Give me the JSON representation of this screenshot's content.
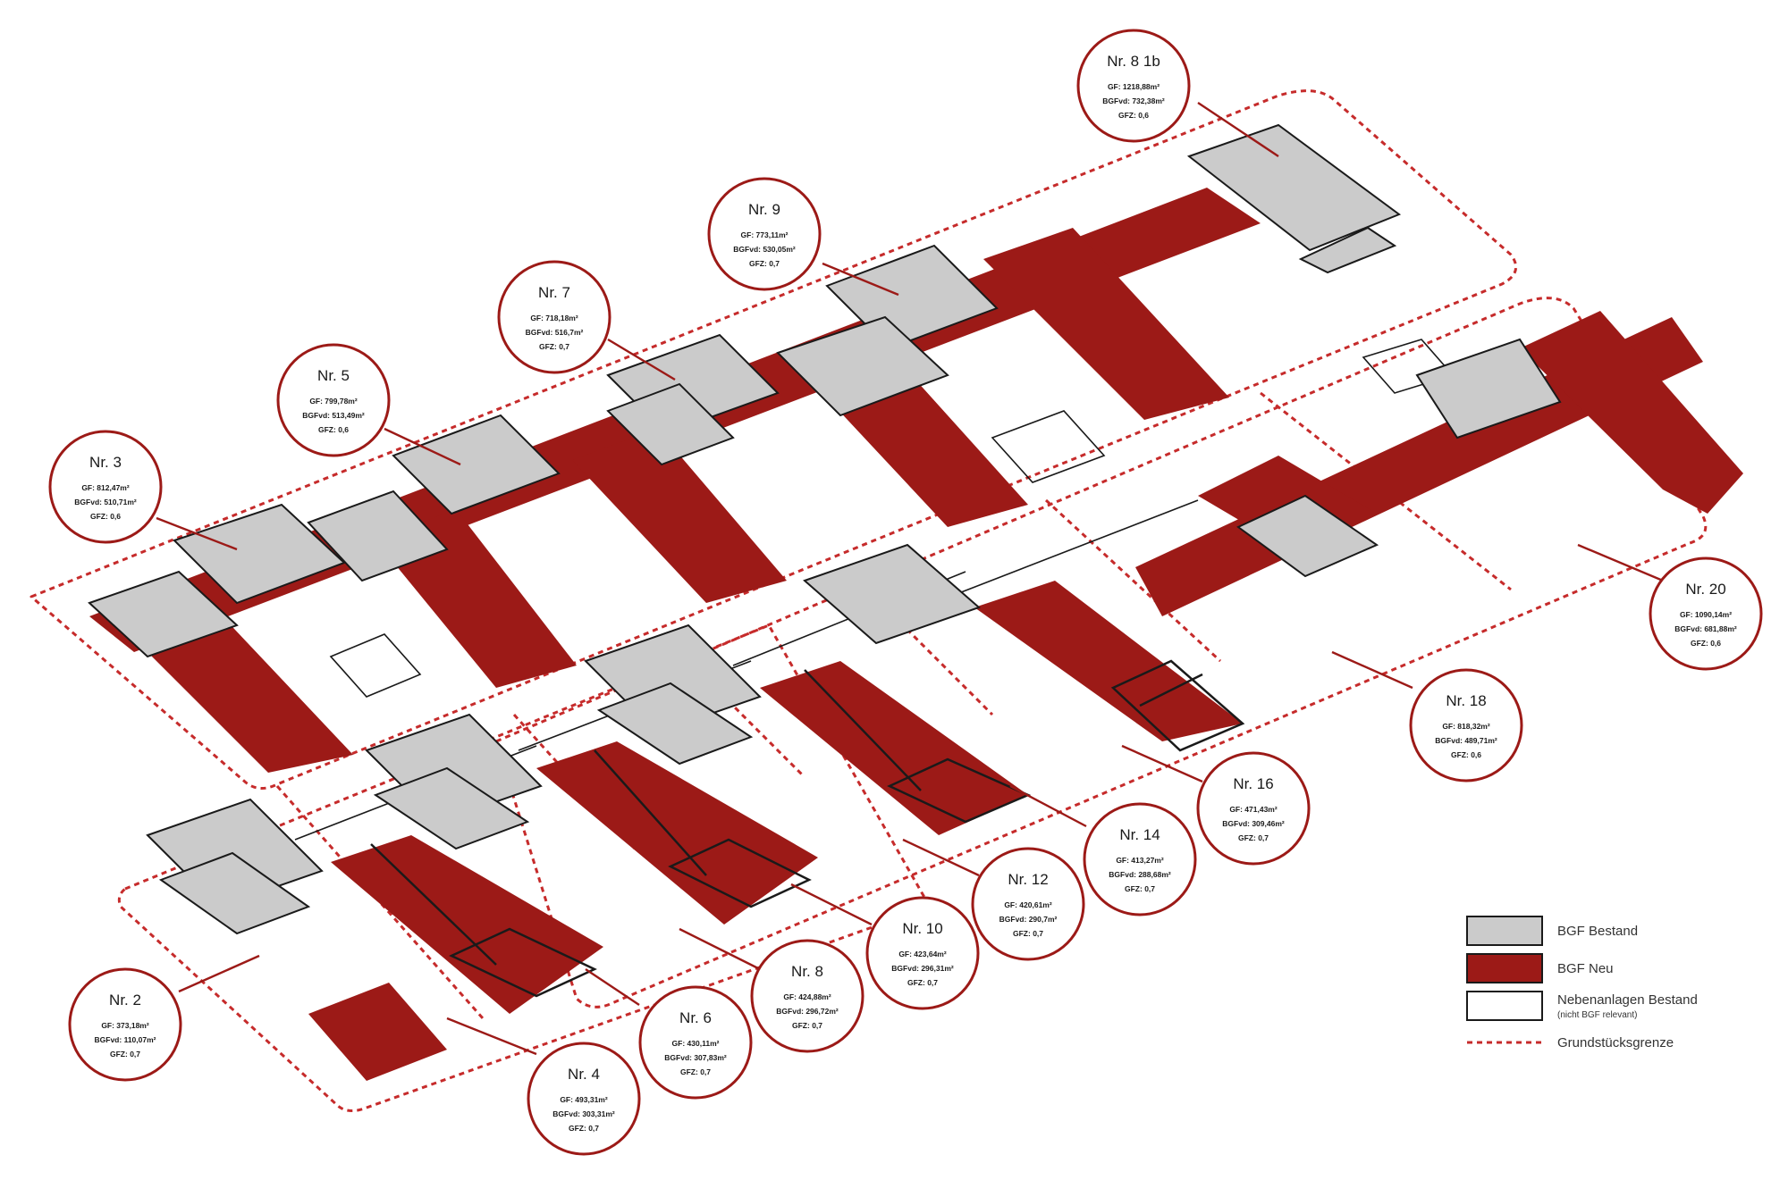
{
  "colors": {
    "bestand": "#cbcbcb",
    "neu": "#9c1a17",
    "grenze": "#c62b2b",
    "outline": "#1a1a1a",
    "bubble_border": "#9c1a17"
  },
  "plots": [
    {
      "id": "nr-8-10",
      "title": "Nr. 8 1b",
      "lines": [
        "GF: 1218,88m²",
        "BGFvd: 732,38m²",
        "GFZ: 0,6"
      ]
    },
    {
      "id": "nr-9",
      "title": "Nr. 9",
      "lines": [
        "GF: 773,11m²",
        "BGFvd: 530,05m²",
        "GFZ: 0,7"
      ]
    },
    {
      "id": "nr-7",
      "title": "Nr. 7",
      "lines": [
        "GF: 718,18m²",
        "BGFvd: 516,7m²",
        "GFZ: 0,7"
      ]
    },
    {
      "id": "nr-5",
      "title": "Nr. 5",
      "lines": [
        "GF: 799,78m²",
        "BGFvd: 513,49m²",
        "GFZ: 0,6"
      ]
    },
    {
      "id": "nr-3",
      "title": "Nr. 3",
      "lines": [
        "GF: 812,47m²",
        "BGFvd: 510,71m²",
        "GFZ: 0,6"
      ]
    },
    {
      "id": "nr-20",
      "title": "Nr. 20",
      "lines": [
        "GF: 1090,14m²",
        "BGFvd: 681,88m²",
        "GFZ: 0,6"
      ]
    },
    {
      "id": "nr-18",
      "title": "Nr. 18",
      "lines": [
        "GF: 818,32m²",
        "BGFvd: 489,71m²",
        "GFZ: 0,6"
      ]
    },
    {
      "id": "nr-16",
      "title": "Nr. 16",
      "lines": [
        "GF: 471,43m²",
        "BGFvd: 309,46m²",
        "GFZ: 0,7"
      ]
    },
    {
      "id": "nr-14",
      "title": "Nr. 14",
      "lines": [
        "GF: 413,27m²",
        "BGFvd: 288,68m²",
        "GFZ: 0,7"
      ]
    },
    {
      "id": "nr-12",
      "title": "Nr. 12",
      "lines": [
        "GF: 420,61m²",
        "BGFvd: 290,7m²",
        "GFZ: 0,7"
      ]
    },
    {
      "id": "nr-10",
      "title": "Nr. 10",
      "lines": [
        "GF: 423,64m²",
        "BGFvd: 296,31m²",
        "GFZ: 0,7"
      ]
    },
    {
      "id": "nr-8",
      "title": "Nr. 8",
      "lines": [
        "GF: 424,88m²",
        "BGFvd: 296,72m²",
        "GFZ: 0,7"
      ]
    },
    {
      "id": "nr-6",
      "title": "Nr. 6",
      "lines": [
        "GF: 430,11m²",
        "BGFvd: 307,83m²",
        "GFZ: 0,7"
      ]
    },
    {
      "id": "nr-4",
      "title": "Nr. 4",
      "lines": [
        "GF: 493,31m²",
        "BGFvd: 303,31m²",
        "GFZ: 0,7"
      ]
    },
    {
      "id": "nr-2",
      "title": "Nr. 2",
      "lines": [
        "GF: 373,18m²",
        "BGFvd: 110,07m²",
        "GFZ: 0,7"
      ]
    }
  ],
  "legend": {
    "bestand": "BGF Bestand",
    "neu": "BGF Neu",
    "nebenanlagen": "Nebenanlagen Bestand",
    "nebenanlagen_sub": "(nicht BGF relevant)",
    "grenze": "Grundstücksgrenze"
  }
}
